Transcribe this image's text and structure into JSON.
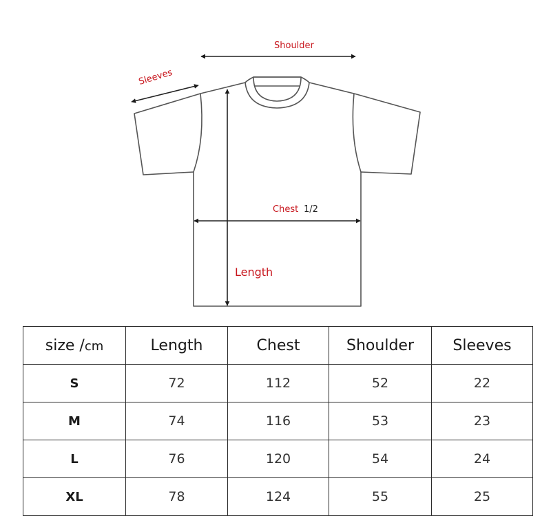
{
  "diagram": {
    "labels": {
      "shoulder": "Shoulder",
      "sleeves": "Sleeves",
      "chest": "Chest",
      "chest_fraction": "1/2",
      "length": "Length"
    },
    "colors": {
      "label_red": "#c8161d",
      "outline": "#555555",
      "arrow": "#222222"
    }
  },
  "table": {
    "headers": {
      "size_prefix": "size /",
      "size_unit": "cm",
      "length": "Length",
      "chest": "Chest",
      "shoulder": "Shoulder",
      "sleeves": "Sleeves"
    },
    "rows": [
      {
        "size": "S",
        "length": "72",
        "chest": "112",
        "shoulder": "52",
        "sleeves": "22"
      },
      {
        "size": "M",
        "length": "74",
        "chest": "116",
        "shoulder": "53",
        "sleeves": "23"
      },
      {
        "size": "L",
        "length": "76",
        "chest": "120",
        "shoulder": "54",
        "sleeves": "24"
      },
      {
        "size": "XL",
        "length": "78",
        "chest": "124",
        "shoulder": "55",
        "sleeves": "25"
      }
    ]
  }
}
